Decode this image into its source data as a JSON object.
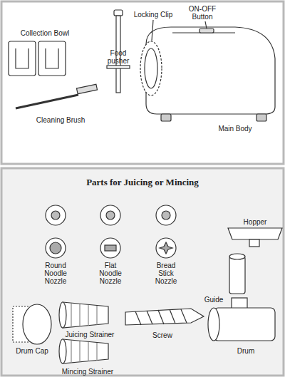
{
  "diagram": {
    "title": "Parts for Juicing or Mincing",
    "labels": [
      "Collection Bowl",
      "Food pusher",
      "Locking Clip",
      "ON-OFF Button",
      "Cleaning Brush",
      "Main Body",
      "Hopper",
      "Round Noodle Nozzle",
      "Flat Noodle Nozzle",
      "Bread Stick Nozzle",
      "Guide",
      "Drum",
      "Drum Cap",
      "Juicing Strainer",
      "Screw",
      "Mincing Strainer"
    ]
  }
}
